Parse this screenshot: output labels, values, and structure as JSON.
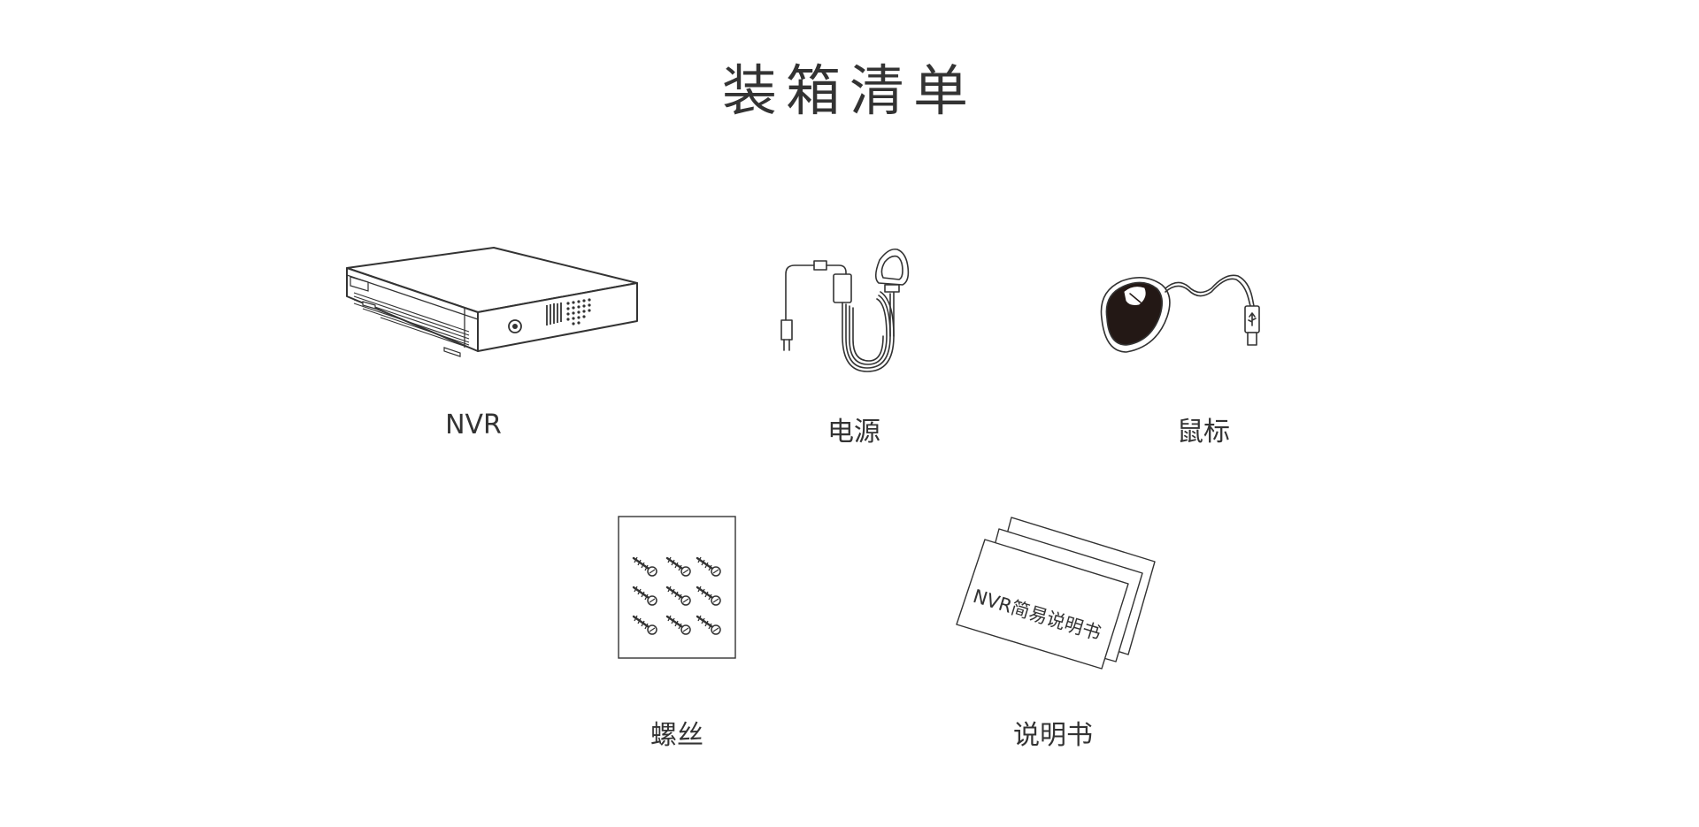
{
  "page": {
    "title": "装箱清单"
  },
  "items": [
    {
      "label": "NVR",
      "icon": "nvr-device-icon"
    },
    {
      "label": "电源",
      "icon": "power-adapter-icon"
    },
    {
      "label": "鼠标",
      "icon": "usb-mouse-icon"
    },
    {
      "label": "螺丝",
      "icon": "screw-pack-icon"
    },
    {
      "label": "说明书",
      "icon": "manual-booklet-icon",
      "cover_text": "NVR简易说明书"
    }
  ],
  "colors": {
    "text": "#333333",
    "line": "#333333",
    "fill": "#ffffff",
    "mouse_body": "#231815"
  }
}
